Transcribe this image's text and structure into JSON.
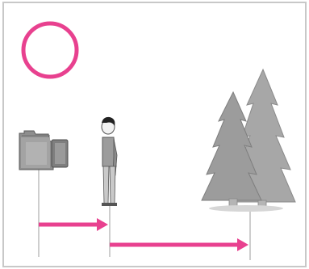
{
  "diagram": {
    "indicator": {
      "symbol": "circle",
      "meaning": "correct-example"
    },
    "subjects": [
      "camera-icon",
      "person-icon",
      "trees-icon"
    ],
    "arrows": [
      {
        "from": "camera",
        "to": "person"
      },
      {
        "from": "person",
        "to": "trees"
      }
    ],
    "colors": {
      "frame": "#c8c8c8",
      "accent": "#e8418f",
      "camera": "#8e8e8e",
      "trees": "#a7a7a7",
      "person": "#9a9a9a",
      "guide": "#bdbdbd"
    }
  }
}
